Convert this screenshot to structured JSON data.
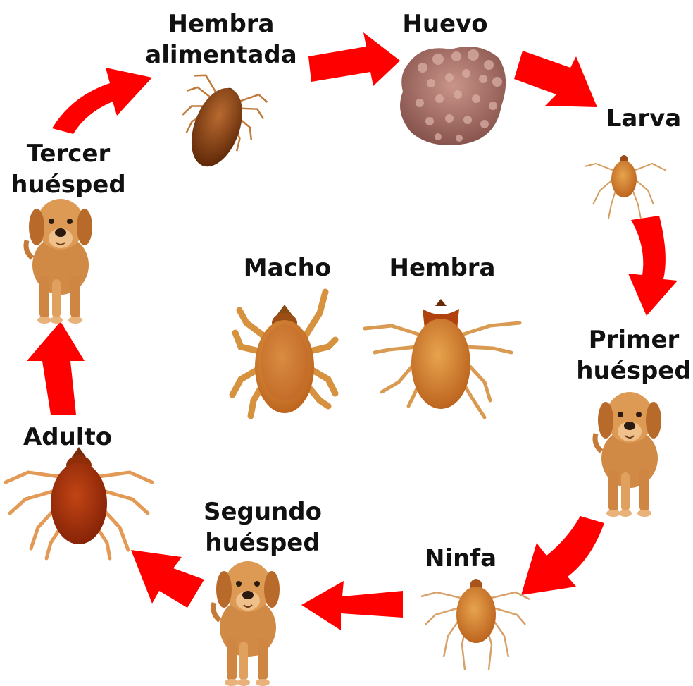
{
  "diagram": {
    "stages": {
      "fed_female": {
        "line1": "Hembra",
        "line2": "alimentada"
      },
      "egg": {
        "label": "Huevo"
      },
      "larva": {
        "label": "Larva"
      },
      "first_host": {
        "line1": "Primer",
        "line2": "huésped"
      },
      "nymph": {
        "label": "Ninfa"
      },
      "second_host": {
        "line1": "Segundo",
        "line2": "huésped"
      },
      "adult": {
        "label": "Adulto"
      },
      "third_host": {
        "line1": "Tercer",
        "line2": "huésped"
      }
    },
    "center": {
      "male_label": "Macho",
      "female_label": "Hembra"
    },
    "colors": {
      "arrow": "#ff0000",
      "tick_dark": "#7a3308",
      "tick_light": "#c8651d",
      "egg": "#a8706a",
      "dog": "#d9904a"
    }
  }
}
